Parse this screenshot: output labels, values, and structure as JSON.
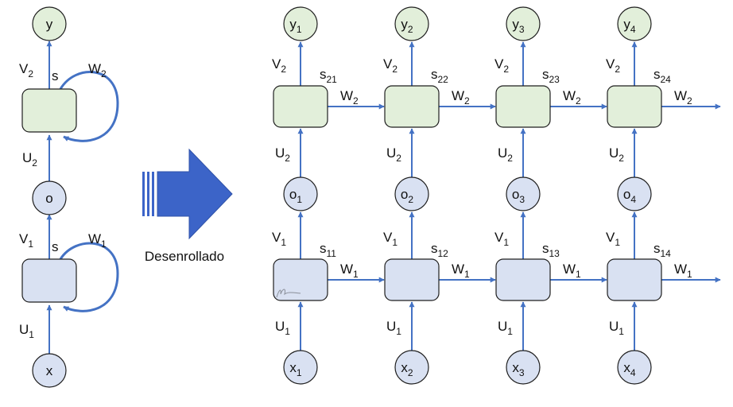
{
  "colors": {
    "arrow": "#4472C4",
    "green_fill": "#E2EFDA",
    "blue_fill": "#D9E1F2",
    "node_stroke": "#1F1F1F",
    "big_arrow": "#3C64C8"
  },
  "folded": {
    "output": "y",
    "hidden": "o",
    "input": "x",
    "v2": {
      "main": "V",
      "sub": "2"
    },
    "s_top": "s",
    "w2": {
      "main": "W",
      "sub": "2"
    },
    "u2": {
      "main": "U",
      "sub": "2"
    },
    "v1": {
      "main": "V",
      "sub": "1"
    },
    "s_bottom": "s",
    "w1": {
      "main": "W",
      "sub": "1"
    },
    "u1": {
      "main": "U",
      "sub": "1"
    }
  },
  "transition": {
    "label": "Desenrollado"
  },
  "unfolded": {
    "steps": [
      {
        "y": {
          "main": "y",
          "sub": "1"
        },
        "o": {
          "main": "o",
          "sub": "1"
        },
        "x": {
          "main": "x",
          "sub": "1"
        },
        "s2": {
          "main": "s",
          "sub": "21"
        },
        "s1": {
          "main": "s",
          "sub": "11"
        }
      },
      {
        "y": {
          "main": "y",
          "sub": "2"
        },
        "o": {
          "main": "o",
          "sub": "2"
        },
        "x": {
          "main": "x",
          "sub": "2"
        },
        "s2": {
          "main": "s",
          "sub": "22"
        },
        "s1": {
          "main": "s",
          "sub": "12"
        }
      },
      {
        "y": {
          "main": "y",
          "sub": "3"
        },
        "o": {
          "main": "o",
          "sub": "3"
        },
        "x": {
          "main": "x",
          "sub": "3"
        },
        "s2": {
          "main": "s",
          "sub": "23"
        },
        "s1": {
          "main": "s",
          "sub": "13"
        }
      },
      {
        "y": {
          "main": "y",
          "sub": "4"
        },
        "o": {
          "main": "o",
          "sub": "4"
        },
        "x": {
          "main": "x",
          "sub": "4"
        },
        "s2": {
          "main": "s",
          "sub": "24"
        },
        "s1": {
          "main": "s",
          "sub": "14"
        }
      }
    ],
    "v2": {
      "main": "V",
      "sub": "2"
    },
    "w2": {
      "main": "W",
      "sub": "2"
    },
    "u2": {
      "main": "U",
      "sub": "2"
    },
    "v1": {
      "main": "V",
      "sub": "1"
    },
    "w1": {
      "main": "W",
      "sub": "1"
    },
    "u1": {
      "main": "U",
      "sub": "1"
    }
  }
}
